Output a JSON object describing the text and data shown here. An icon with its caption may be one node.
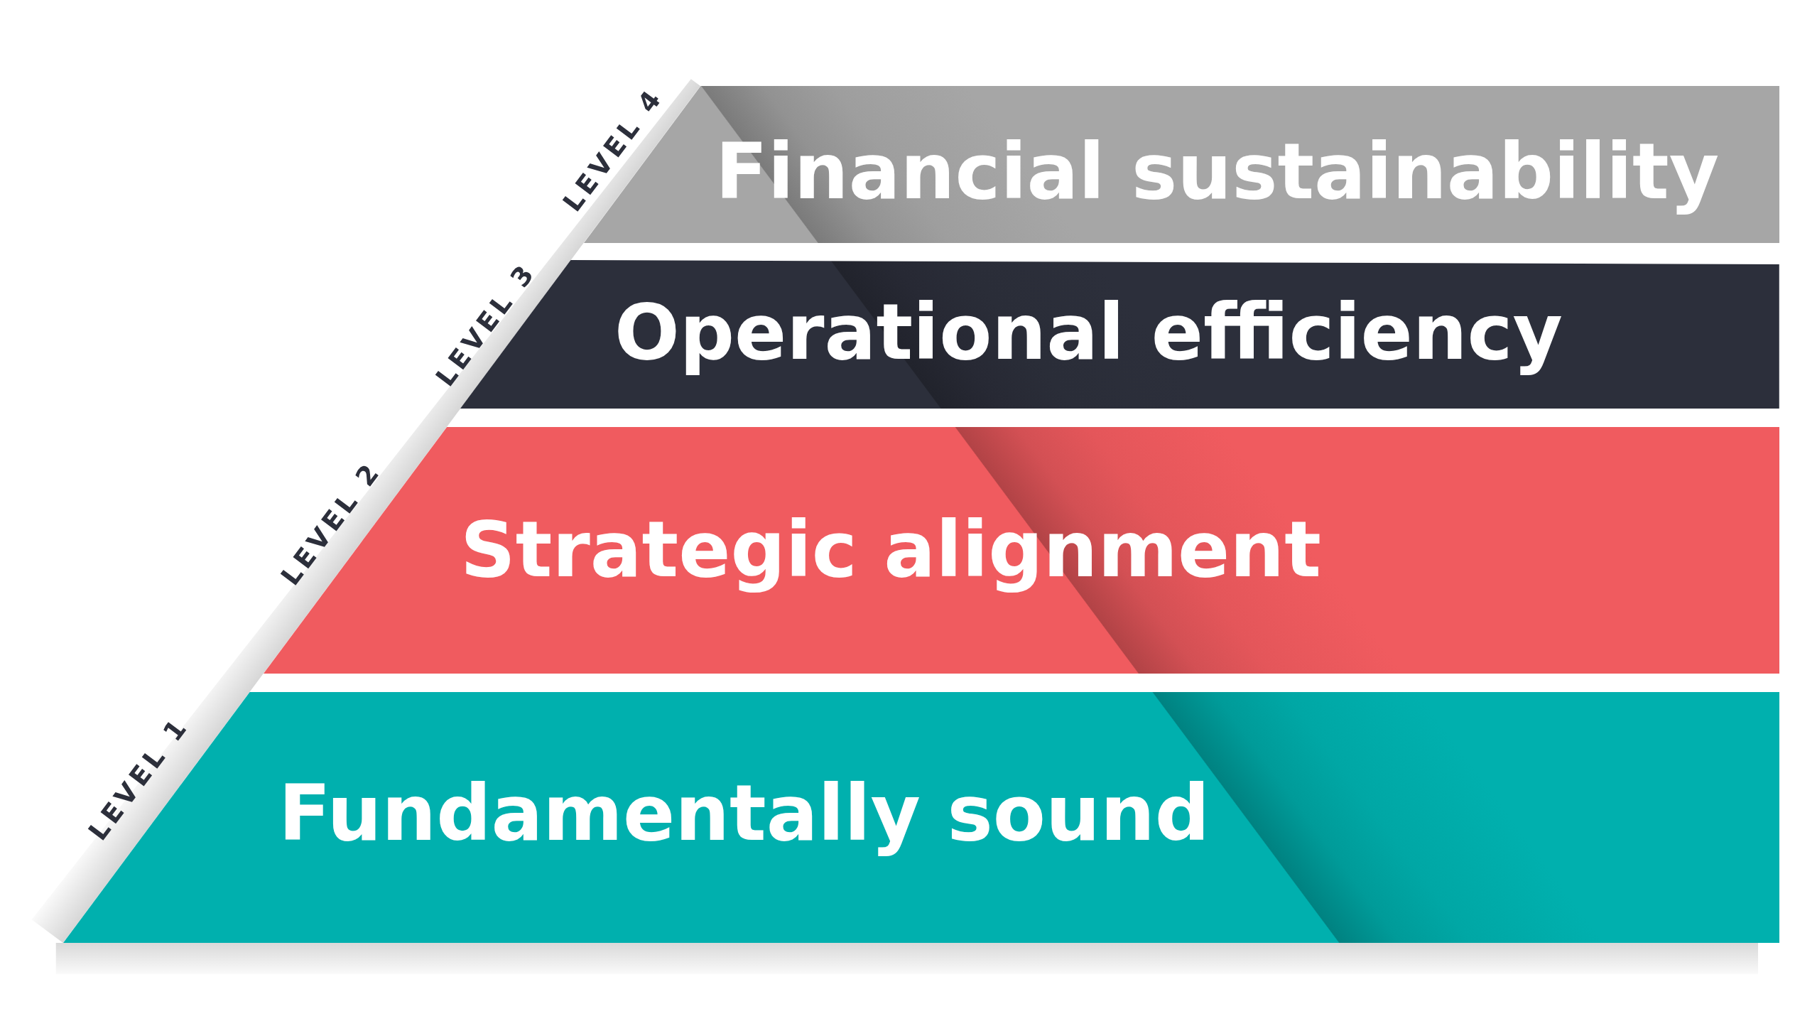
{
  "diagram": {
    "nodes": [
      {
        "text": [
          "Financial sustainability"
        ],
        "beside": [
          "LEVEL 4"
        ]
      },
      {
        "text": [
          "Operational efficiency"
        ],
        "beside": [
          "LEVEL 3"
        ]
      },
      {
        "text": [
          "Strategic alignment"
        ],
        "beside": [
          "LEVEL 2"
        ]
      },
      {
        "text": [
          "Fundamentally sound"
        ],
        "beside": [
          "LEVEL 1"
        ]
      }
    ]
  }
}
